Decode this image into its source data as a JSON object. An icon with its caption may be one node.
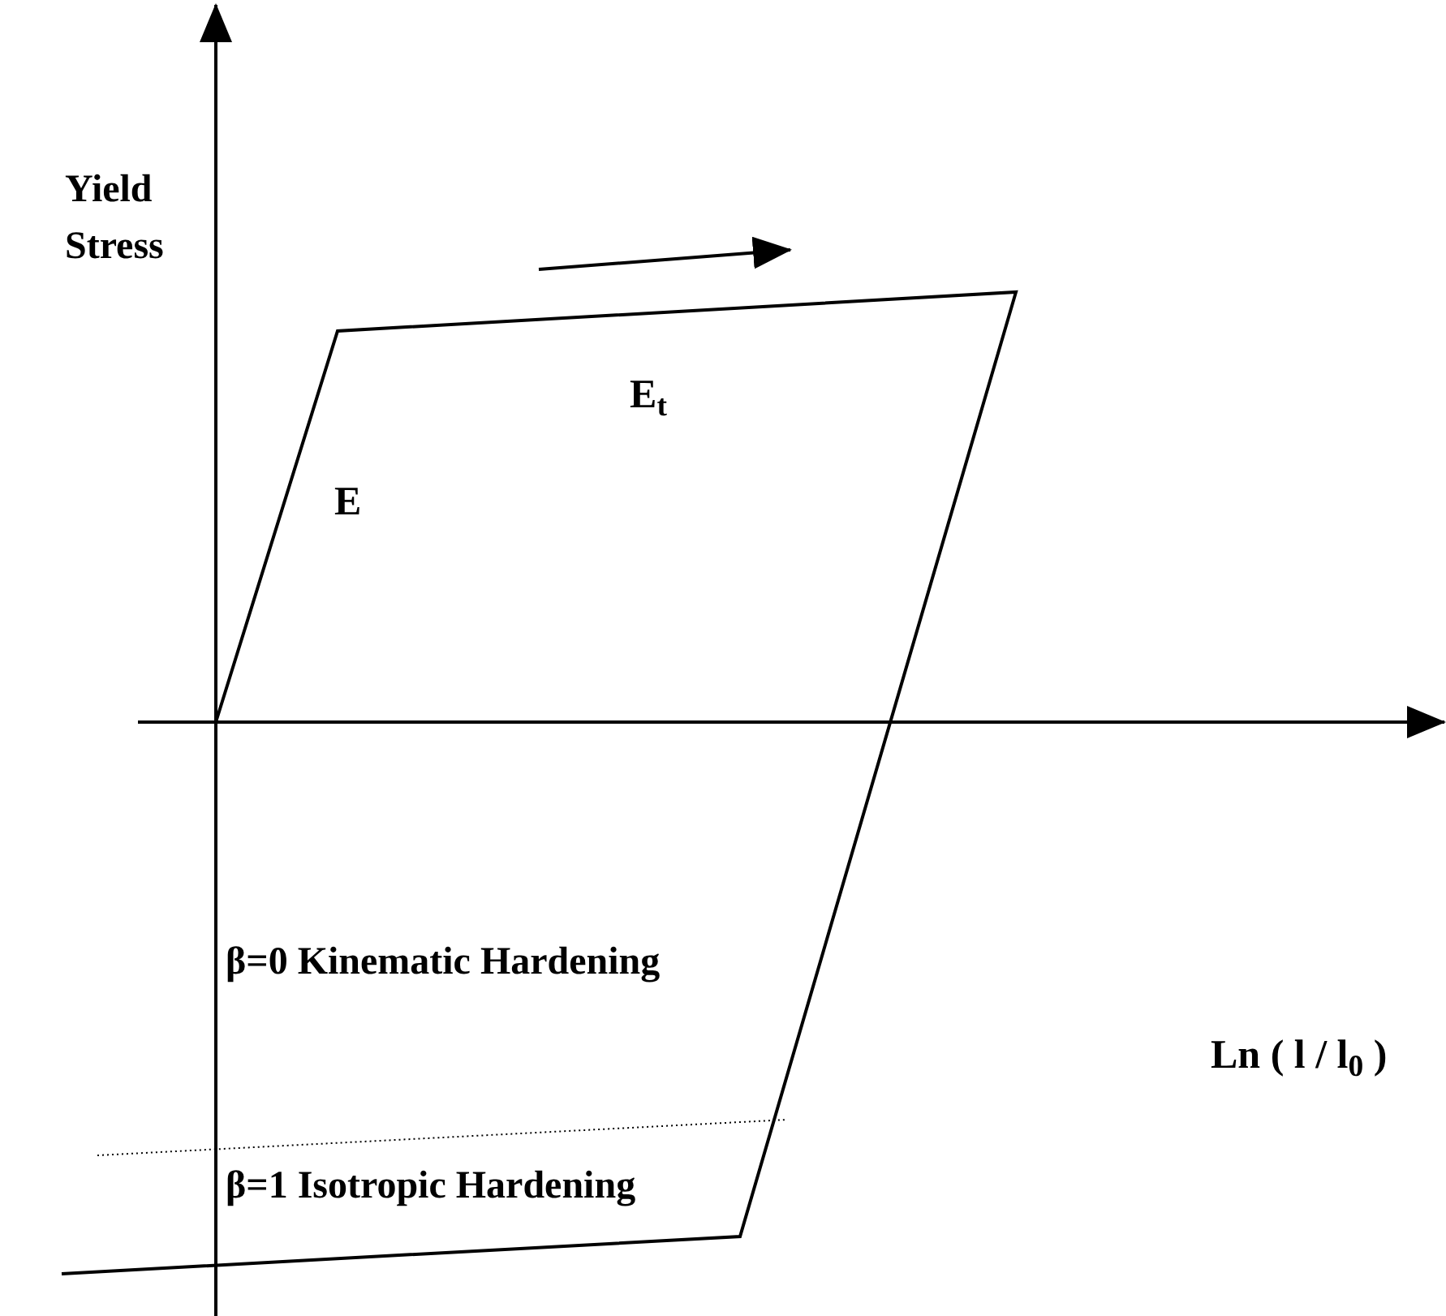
{
  "diagram": {
    "labels": [
      "Yield Stress",
      "E$_{t}$",
      "E",
      "Ln ( l / l$_{0}$ )",
      "β=0 Kinematic Hardening",
      "β=1 Isotropic Hardening"
    ]
  }
}
